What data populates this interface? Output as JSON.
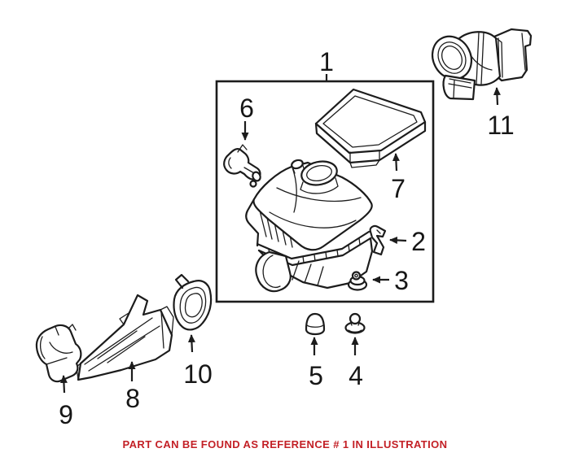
{
  "diagram": {
    "background": "#ffffff",
    "line_color": "#1c1c1c",
    "note": {
      "text": "PART CAN BE FOUND AS REFERENCE # 1 IN ILLUSTRATION",
      "color": "#c32026"
    },
    "callouts": [
      {
        "label": "1"
      },
      {
        "label": "2"
      },
      {
        "label": "3"
      },
      {
        "label": "4"
      },
      {
        "label": "5"
      },
      {
        "label": "6"
      },
      {
        "label": "7"
      },
      {
        "label": "8"
      },
      {
        "label": "9"
      },
      {
        "label": "10"
      },
      {
        "label": "11"
      }
    ]
  }
}
